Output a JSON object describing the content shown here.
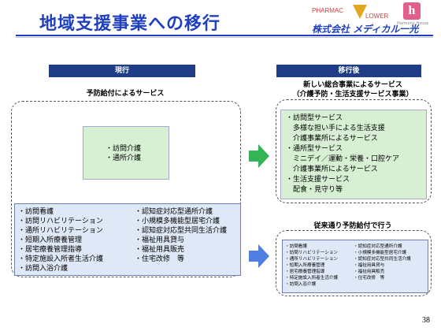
{
  "header": {
    "title": "地域支援事業への移行",
    "logo_pharmacy": "PHARMAC",
    "logo_flower": "LOWER",
    "logo_harmony": "Harmony House",
    "company": "株式会社 メディカル一光"
  },
  "current": {
    "header": "現行",
    "label": "予防給付によるサービス",
    "green_items": [
      "・訪問介護",
      "・通所介護"
    ],
    "blue_left": [
      "・訪問看護",
      "・訪問リハビリテーション",
      "・通所リハビリテーション",
      "・短期入所療養管理",
      "・居宅療養管理指導",
      "・特定施設入所者生活介護",
      "・訪問入浴介護"
    ],
    "blue_right": [
      "・認知症対応型通所介護",
      "・小規模多機能型居宅介護",
      "・認知症対応型共同生活介護",
      "・福祉用具貸与",
      "・福祉用具販売",
      "・住宅改修　等"
    ]
  },
  "after": {
    "header": "移行後",
    "label_line1": "新しい総合事業によるサービス",
    "label_line2": "（介護予防・生活支援サービス事業）",
    "green_items": [
      "・訪問型サービス",
      "　多様な担い手による生活支援",
      "　介護事業所によるサービス",
      "・通所型サービス",
      "　ミニデイ／運動・栄養・口腔ケア",
      "　介護事業所によるサービス",
      "・生活支援サービス",
      "　配食・見守り等"
    ],
    "label2": "従来通り予防給付で行う",
    "blue_left": [
      "・訪問看護",
      "・訪問リハビリテーション",
      "・通所リハビリテーション",
      "・短期入所療養管理",
      "・居宅療養管理指導",
      "・特定施設入所者生活介護",
      "・訪問入浴介護"
    ],
    "blue_right": [
      "・認知症対応型通所介護",
      "・小規模多機能型居宅介護",
      "・認知症対応型共同生活介護",
      "・福祉用具貸与",
      "・福祉用具販売",
      "・住宅改修　等"
    ]
  },
  "page_number": "38",
  "colors": {
    "accent": "#1f3fbf",
    "header_bar": "#1f3c86",
    "green": "#d7f0d4",
    "blue": "#dfe8f6",
    "arrow": "#35b455"
  }
}
